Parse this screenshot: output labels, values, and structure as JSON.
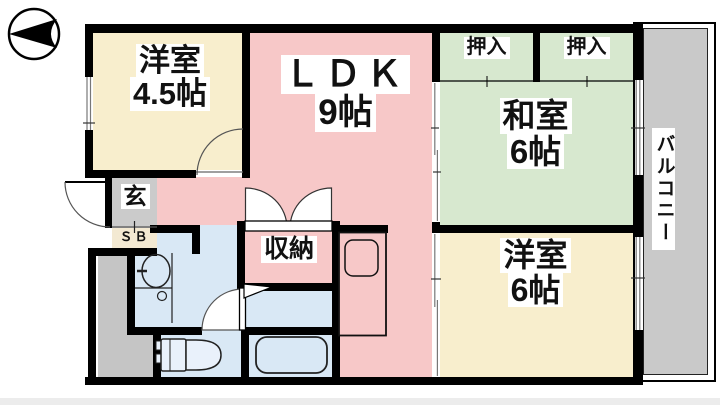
{
  "title": "apartment floor plan",
  "rooms": {
    "yoshitsu45": {
      "name": "洋室",
      "size": "4.5帖"
    },
    "ldk": {
      "name": "ＬＤＫ",
      "size": "9帖"
    },
    "washitsu": {
      "name": "和室",
      "size": "6帖"
    },
    "yoshitsu6": {
      "name": "洋室",
      "size": "6帖"
    },
    "oshiire_left": {
      "name": "押入"
    },
    "oshiire_right": {
      "name": "押入"
    },
    "closet": {
      "name": "収納"
    },
    "genkan": {
      "name": "玄"
    },
    "shoe_box": {
      "name": "ＳＢ"
    },
    "balcony": {
      "name": "バルコニー"
    }
  },
  "colors": {
    "western_room": "#F8EECD",
    "ldk_pink": "#F7C8C8",
    "tatami_green": "#D7E8CF",
    "wet_area_blue": "#D9E8F5",
    "genkan_gray": "#CBCBCB",
    "balcony_gray": "#C9C9C9",
    "shoe_box_beige": "#F3E9D2",
    "wall": "#000000",
    "label_bg": "#FFFFFF"
  },
  "icons": {
    "north_arrow": "compass arrow pointing left"
  }
}
